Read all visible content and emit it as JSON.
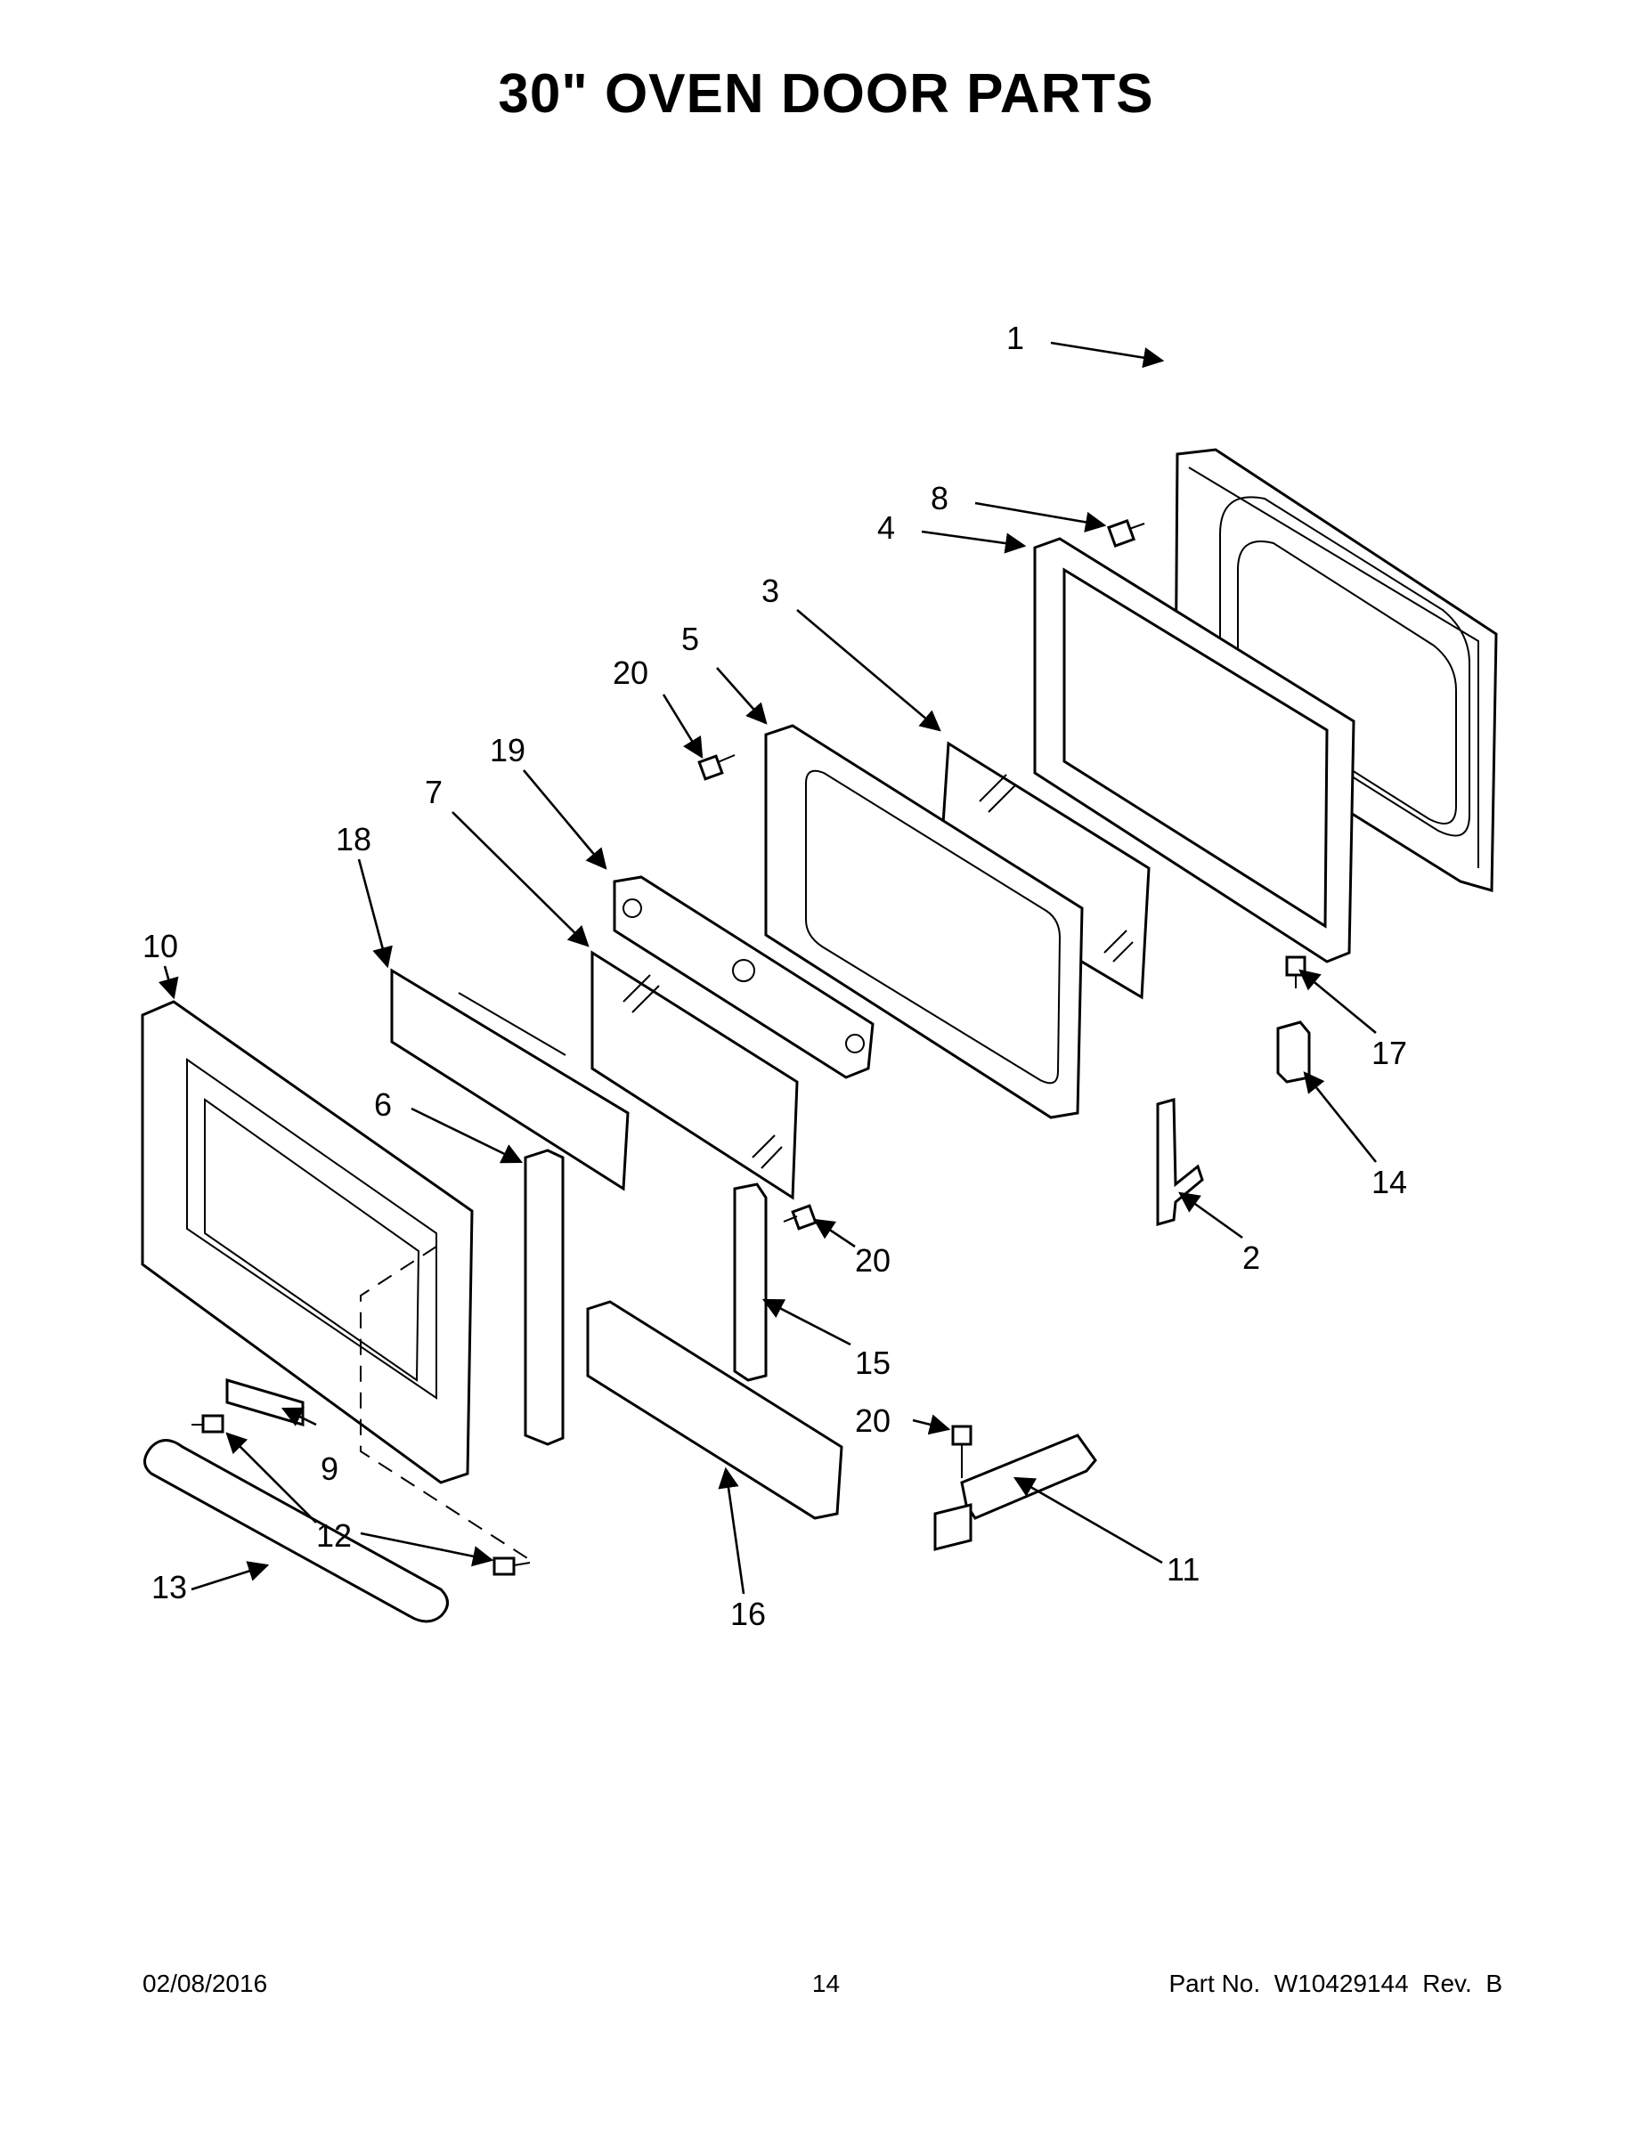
{
  "title": "30\" OVEN DOOR PARTS",
  "footer": {
    "date": "02/08/2016",
    "page": "14",
    "part_number": "Part No.  W10429144  Rev.  B"
  },
  "callouts": {
    "c1": "1",
    "c2": "2",
    "c3": "3",
    "c4": "4",
    "c5": "5",
    "c6": "6",
    "c7": "7",
    "c8": "8",
    "c9": "9",
    "c10": "10",
    "c11": "11",
    "c12": "12",
    "c13": "13",
    "c14": "14",
    "c15": "15",
    "c16": "16",
    "c17": "17",
    "c18": "18",
    "c19": "19",
    "c20a": "20",
    "c20b": "20",
    "c20c": "20"
  }
}
